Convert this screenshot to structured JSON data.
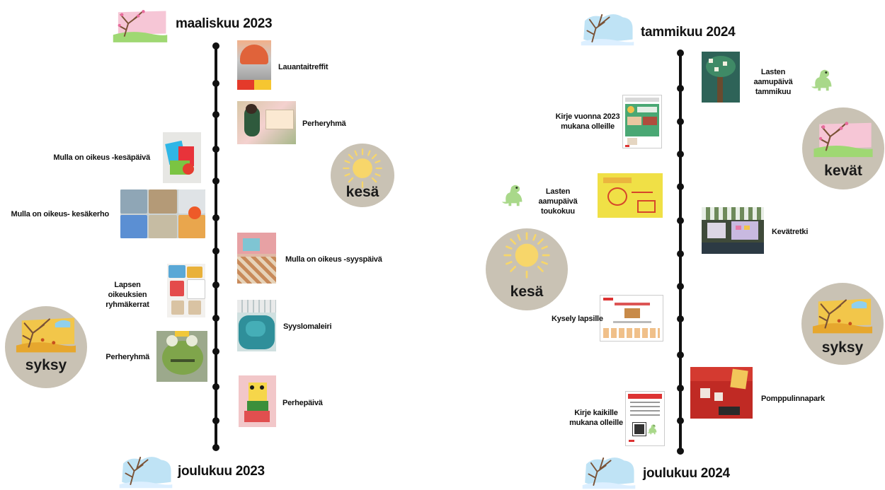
{
  "months": {
    "left_start": "maaliskuu 2023",
    "left_end": "joulukuu 2023",
    "right_start": "tammikuu 2024",
    "right_end": "joulukuu 2024"
  },
  "seasons": {
    "left_summer": "kesä",
    "left_autumn": "syksy",
    "right_spring": "kevät",
    "right_summer": "kesä",
    "right_autumn": "syksy"
  },
  "left_events": [
    "Lauantaitreffit",
    "Perheryhmä",
    "Mulla on oikeus -kesäpäivä",
    "Mulla on oikeus- kesäkerho",
    "Mulla on oikeus -syyspäivä",
    "Lapsen oikeuksien ryhmäkerrat",
    "Syyslomaleiri",
    "Perheryhmä",
    "Perhepäivä"
  ],
  "right_events": [
    "Lasten aamupäivä tammikuu",
    "Kirje vuonna 2023 mukana olleille",
    "Lasten aamupäivä toukokuu",
    "Kevätretki",
    "Kysely lapsille",
    "Pomppulinnapark",
    "Kirje kaikille mukana olleille"
  ],
  "colors": {
    "timeline": "#111111",
    "season_circle": "#c9c2b4",
    "winter_sky": "#bfe3f5",
    "spring_sky": "#f6c6d6",
    "autumn_sky": "#f2c64a",
    "sun": "#f7d66a"
  },
  "icons": [
    "winter-tree-icon",
    "spring-tree-icon",
    "autumn-tree-icon",
    "sun-icon",
    "dinosaur-icon"
  ]
}
